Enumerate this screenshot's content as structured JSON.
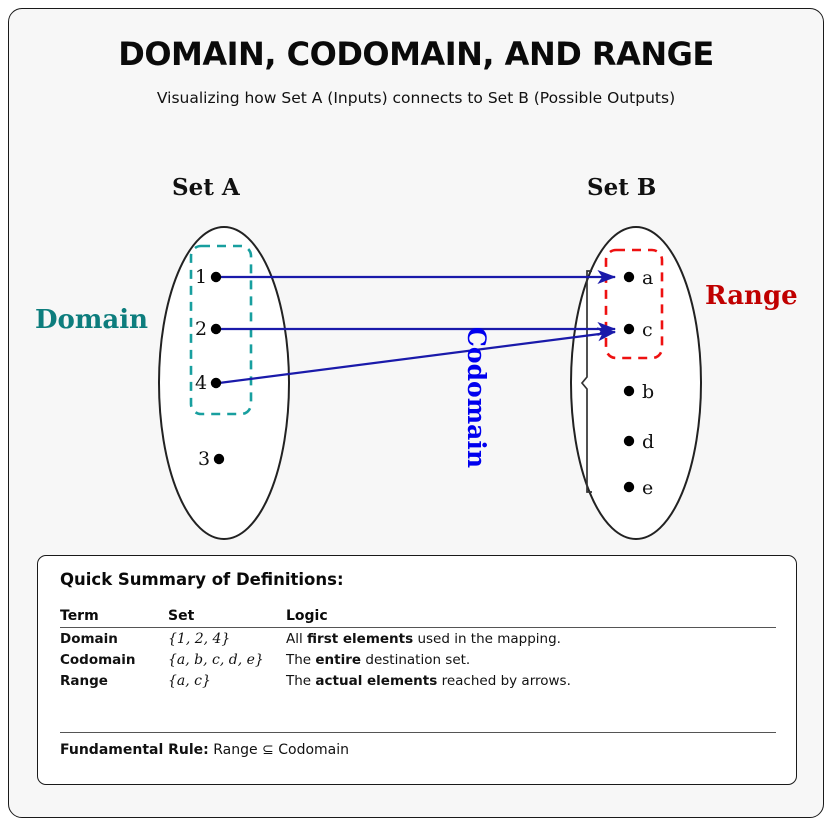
{
  "header": {
    "title": "DOMAIN, CODOMAIN, AND RANGE",
    "subtitle": "Visualizing how Set A (Inputs) connects to Set B (Possible Outputs)"
  },
  "diagram": {
    "set_a_label": "Set A",
    "set_b_label": "Set B",
    "domain_label": "Domain",
    "codomain_label": "Codomain",
    "range_label": "Range",
    "set_a_elements": [
      {
        "label": "1",
        "in_domain_box": true
      },
      {
        "label": "2",
        "in_domain_box": true
      },
      {
        "label": "4",
        "in_domain_box": true
      },
      {
        "label": "3",
        "in_domain_box": false
      }
    ],
    "set_b_elements": [
      {
        "label": "a",
        "in_range_box": true
      },
      {
        "label": "c",
        "in_range_box": true
      },
      {
        "label": "b",
        "in_range_box": false
      },
      {
        "label": "d",
        "in_range_box": false
      },
      {
        "label": "e",
        "in_range_box": false
      }
    ],
    "mappings": [
      {
        "from": "1",
        "to": "a"
      },
      {
        "from": "2",
        "to": "c"
      },
      {
        "from": "4",
        "to": "c"
      }
    ],
    "colors": {
      "domain": "#0d7d7d",
      "codomain": "#0000ee",
      "range": "#dd0000",
      "arrow": "#1a1aaa",
      "outline": "#222222"
    }
  },
  "summary": {
    "title": "Quick Summary of Definitions:",
    "columns": [
      "Term",
      "Set",
      "Logic"
    ],
    "rows": [
      {
        "term": "Domain",
        "set": "{1, 2, 4}",
        "logic_pre": "All ",
        "logic_bold": "first elements",
        "logic_post": " used in the mapping."
      },
      {
        "term": "Codomain",
        "set": "{a, b, c, d, e}",
        "logic_pre": "The ",
        "logic_bold": "entire",
        "logic_post": " destination set."
      },
      {
        "term": "Range",
        "set": "{a, c}",
        "logic_pre": "The ",
        "logic_bold": "actual elements",
        "logic_post": " reached by arrows."
      }
    ],
    "rule_label": "Fundamental Rule:",
    "rule_text": "Range ⊆ Codomain"
  }
}
